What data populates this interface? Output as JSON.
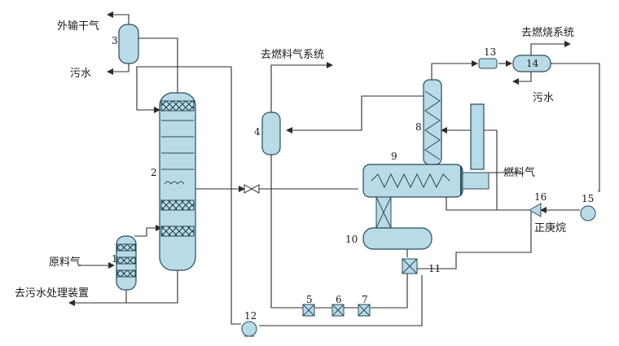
{
  "colors": {
    "equipment_fill": "#b9dbe8",
    "equipment_stroke": "#2a4a5a",
    "line": "#2b2b2b",
    "background": "#ffffff"
  },
  "labels": {
    "external_dry_gas": "外输干气",
    "waste_water_top": "污水",
    "to_fuel_gas_system": "去燃料气系统",
    "raw_gas": "原料气",
    "to_wastewater_treatment": "去污水处理装置",
    "to_combustion_system": "去燃烧系统",
    "waste_water_right": "污水",
    "fuel_gas": "燃料气",
    "n_heptane": "正庚烷"
  },
  "equipment_numbers": {
    "n1": "1",
    "n2": "2",
    "n3": "3",
    "n4": "4",
    "n5": "5",
    "n6": "6",
    "n7": "7",
    "n8": "8",
    "n9": "9",
    "n10": "10",
    "n11": "11",
    "n12": "12",
    "n13": "13",
    "n14": "14",
    "n15": "15",
    "n16": "16"
  }
}
